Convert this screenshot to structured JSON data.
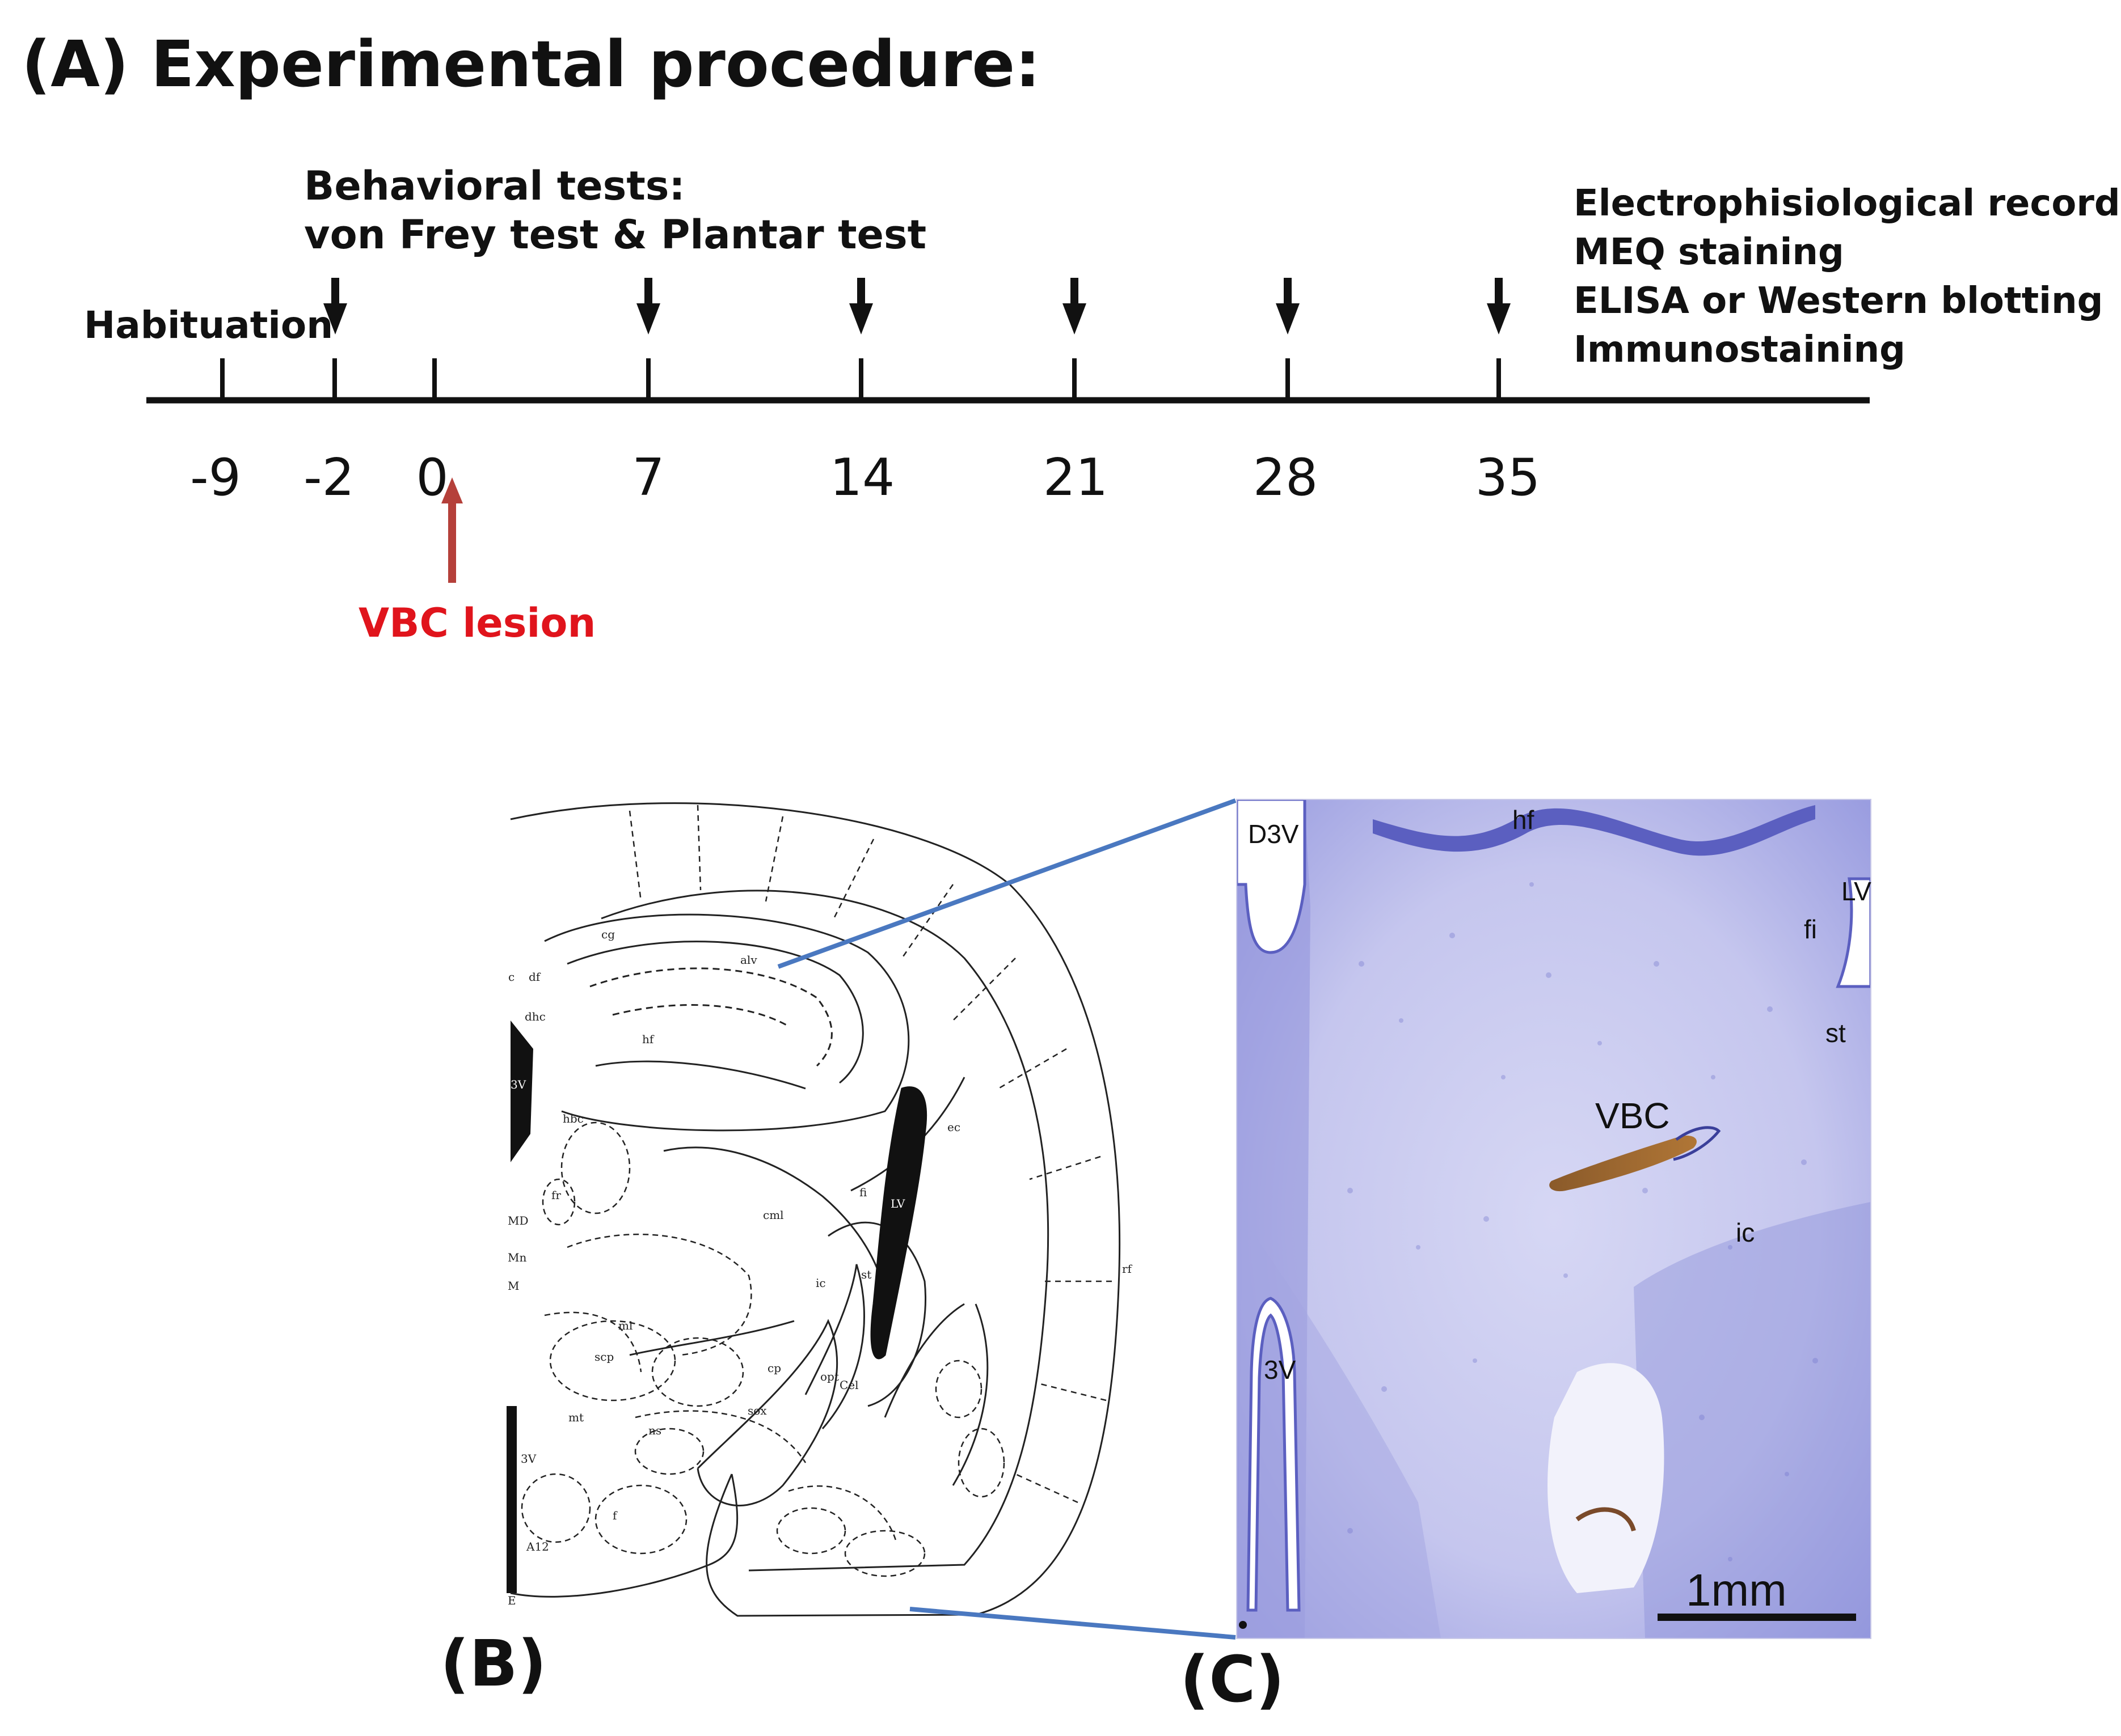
{
  "panel_a": {
    "title": "(A) Experimental procedure:",
    "behavioral_line1": "Behavioral tests:",
    "behavioral_line2": "von Frey test & Plantar test",
    "habituation": "Habituation",
    "timeline_days": [
      "-9",
      "-2",
      "0",
      "7",
      "14",
      "21",
      "28",
      "35"
    ],
    "end_steps": [
      "Electrophisiological recording",
      "MEQ staining",
      "ELISA or Western blotting",
      "Immunostaining"
    ],
    "lesion_label": "VBC lesion"
  },
  "panel_b": {
    "letter": "(B)",
    "atlas_labels": [
      "cg",
      "alv",
      "df",
      "c",
      "dhc",
      "hf",
      "hbc",
      "fr",
      "MD",
      "Mn",
      "M",
      "cml",
      "fi",
      "LV",
      "ec",
      "st",
      "ic",
      "rf",
      "ml",
      "scp",
      "cp",
      "opt",
      "Cel",
      "mt",
      "ns",
      "sox",
      "3V",
      "f",
      "A12",
      "E",
      "3V"
    ]
  },
  "panel_c": {
    "letter": "(C)",
    "labels": {
      "d3v": "D3V",
      "hf": "hf",
      "lv": "LV",
      "fi": "fi",
      "st": "st",
      "vbc": "VBC",
      "ic": "ic",
      "v3": "3V"
    },
    "scale_bar": "1mm"
  },
  "colors": {
    "lesion_red": "#e0141c",
    "arrow_red": "#b5403a",
    "connector_blue": "#4a78c0",
    "stain_purple": "#5b5fc0",
    "stain_background": "#c9caf0"
  }
}
